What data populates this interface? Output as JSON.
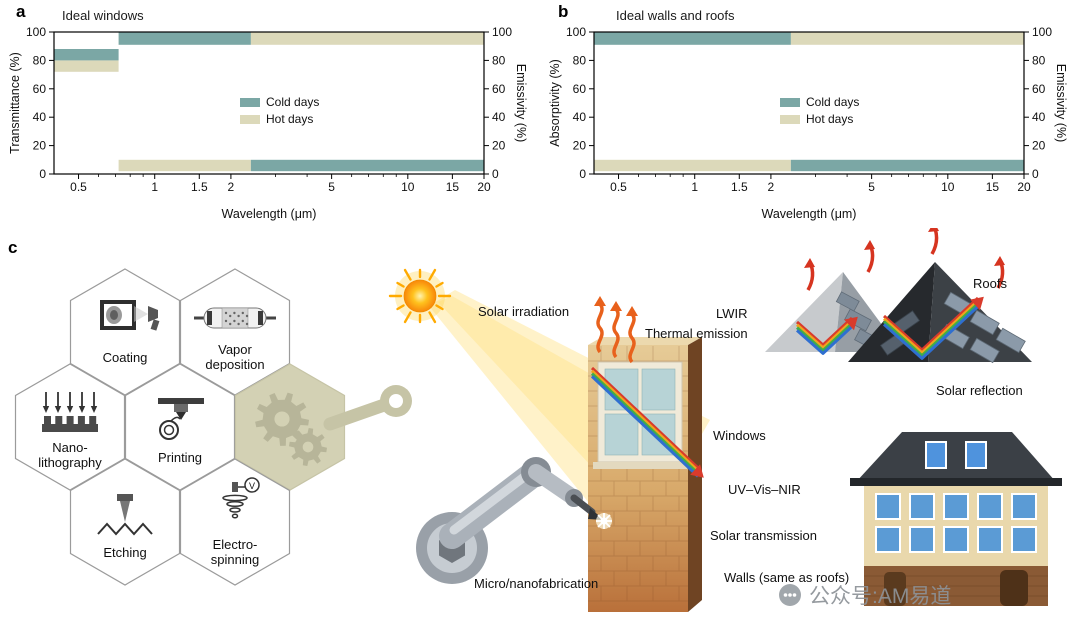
{
  "panels": {
    "a": "a",
    "b": "b",
    "c": "c"
  },
  "chart_data": [
    {
      "type": "area",
      "title": "Ideal windows",
      "xlabel": "Wavelength (μm)",
      "ylabel_left": "Transmittance (%)",
      "ylabel_right": "Emissivity (%)",
      "xscale": "log",
      "xlim": [
        0.4,
        20
      ],
      "ylim": [
        0,
        100
      ],
      "xticks": [
        0.5,
        1,
        1.5,
        2,
        5,
        10,
        15,
        20
      ],
      "yticks": [
        0,
        20,
        40,
        60,
        80,
        100
      ],
      "grid": false,
      "legend_position": "center",
      "series": [
        {
          "name": "Cold days",
          "color": "#7ba7a5"
        },
        {
          "name": "Hot days",
          "color": "#dcd9ba"
        }
      ],
      "bands": [
        {
          "series": "Hot days",
          "x": [
            0.4,
            0.72
          ],
          "y": [
            72,
            80
          ]
        },
        {
          "series": "Cold days",
          "x": [
            0.4,
            0.72
          ],
          "y": [
            80,
            88
          ]
        },
        {
          "series": "Cold days",
          "x": [
            0.72,
            2.4
          ],
          "y": [
            91,
            100
          ]
        },
        {
          "series": "Hot days",
          "x": [
            2.4,
            20
          ],
          "y": [
            91,
            100
          ]
        },
        {
          "series": "Hot days",
          "x": [
            0.72,
            2.4
          ],
          "y": [
            2,
            10
          ]
        },
        {
          "series": "Cold days",
          "x": [
            2.4,
            20
          ],
          "y": [
            2,
            10
          ]
        }
      ]
    },
    {
      "type": "area",
      "title": "Ideal walls and roofs",
      "xlabel": "Wavelength (μm)",
      "ylabel_left": "Absorptivity (%)",
      "ylabel_right": "Emissivity (%)",
      "xscale": "log",
      "xlim": [
        0.4,
        20
      ],
      "ylim": [
        0,
        100
      ],
      "xticks": [
        0.5,
        1,
        1.5,
        2,
        5,
        10,
        15,
        20
      ],
      "yticks": [
        0,
        20,
        40,
        60,
        80,
        100
      ],
      "grid": false,
      "legend_position": "center",
      "series": [
        {
          "name": "Cold days",
          "color": "#7ba7a5"
        },
        {
          "name": "Hot days",
          "color": "#dcd9ba"
        }
      ],
      "bands": [
        {
          "series": "Cold days",
          "x": [
            0.4,
            2.4
          ],
          "y": [
            91,
            100
          ]
        },
        {
          "series": "Hot days",
          "x": [
            2.4,
            20
          ],
          "y": [
            91,
            100
          ]
        },
        {
          "series": "Hot days",
          "x": [
            0.4,
            2.4
          ],
          "y": [
            2,
            10
          ]
        },
        {
          "series": "Cold days",
          "x": [
            2.4,
            20
          ],
          "y": [
            2,
            10
          ]
        }
      ]
    }
  ],
  "illustration": {
    "hexagons": {
      "coating": {
        "label": "Coating"
      },
      "vapor": {
        "label": "Vapor\ndeposition"
      },
      "nano": {
        "label": "Nano-\nlithography"
      },
      "printing": {
        "label": "Printing"
      },
      "etching": {
        "label": "Etching"
      },
      "electro": {
        "label": "Electro-\nspinning",
        "icon_voltage_label": "V"
      }
    },
    "labels": {
      "solar_irradiation": "Solar irradiation",
      "micro_nanofabrication": "Micro/nanofabrication",
      "lwir": "LWIR",
      "thermal_emission": "Thermal emission",
      "windows": "Windows",
      "uv_vis_nir": "UV–Vis–NIR",
      "solar_transmission": "Solar transmission",
      "walls": "Walls (same as roofs)",
      "roofs": "Roofs",
      "solar_reflection": "Solar reflection"
    },
    "watermark_text": "公众号:AM易道"
  }
}
